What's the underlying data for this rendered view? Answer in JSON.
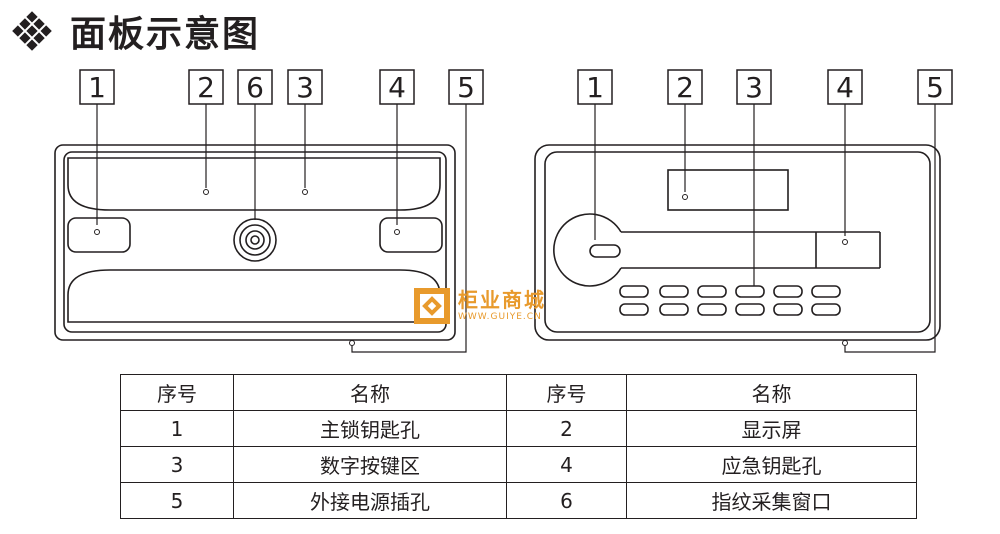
{
  "title": "面板示意图",
  "left_panel_callouts": [
    "1",
    "2",
    "6",
    "3",
    "4",
    "5"
  ],
  "right_panel_callouts": [
    "1",
    "2",
    "3",
    "4",
    "5"
  ],
  "legend": {
    "headers": [
      "序号",
      "名称",
      "序号",
      "名称"
    ],
    "rows": [
      [
        "1",
        "主锁钥匙孔",
        "2",
        "显示屏"
      ],
      [
        "3",
        "数字按键区",
        "4",
        "应急钥匙孔"
      ],
      [
        "5",
        "外接电源插孔",
        "6",
        "指纹采集窗口"
      ]
    ]
  },
  "watermark": {
    "name": "柜业商城",
    "url": "WWW.GUIYE.CN"
  },
  "colors": {
    "ink": "#231f20",
    "watermark": "#e89a2c"
  }
}
